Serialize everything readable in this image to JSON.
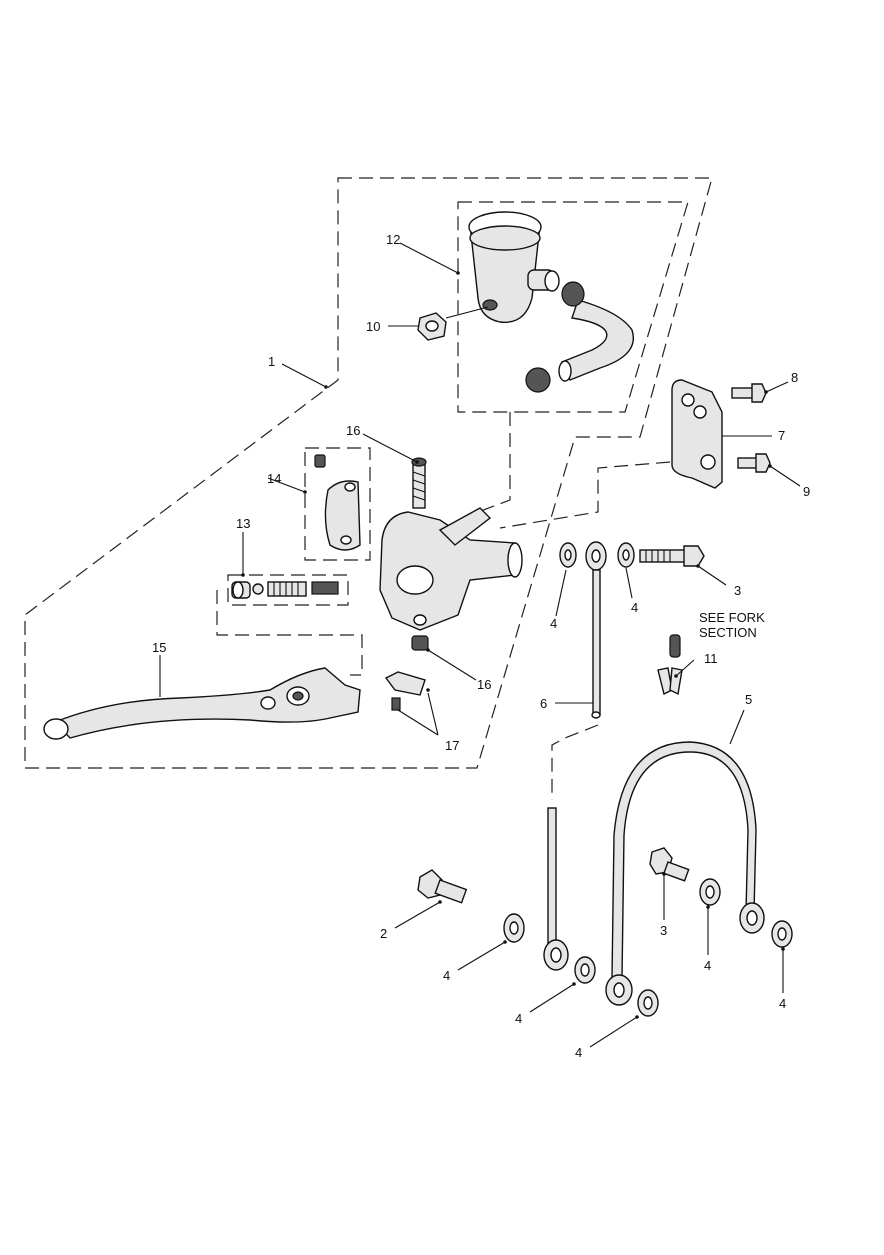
{
  "callouts": {
    "c1": "1",
    "c2": "2",
    "c3a": "3",
    "c3b": "3",
    "c4a": "4",
    "c4b": "4",
    "c4c": "4",
    "c4d": "4",
    "c4e": "4",
    "c4f": "4",
    "c4g": "4",
    "c5": "5",
    "c6": "6",
    "c7": "7",
    "c8": "8",
    "c9": "9",
    "c10": "10",
    "c11": "11",
    "c12": "12",
    "c13": "13",
    "c14": "14",
    "c15": "15",
    "c16a": "16",
    "c16b": "16",
    "c17": "17"
  },
  "notes": {
    "fork_line1": "SEE FORK",
    "fork_line2": "SECTION"
  }
}
